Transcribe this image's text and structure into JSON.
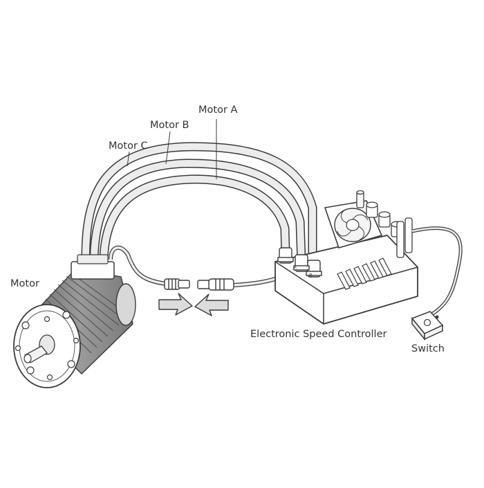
{
  "labels": {
    "motor_a": "Motor A",
    "motor_b": "Motor B",
    "motor_c": "Motor C",
    "motor": "Motor",
    "esc": "Electronic Speed Controller",
    "switch": "Switch"
  },
  "colors": {
    "line": "#3a3a3a",
    "wire_fill": "#ececec",
    "motor_can": "#8c8c8c",
    "motor_dark": "#555555",
    "esc_fill": "#ffffff",
    "arrow_fill": "#dcdcdc",
    "text": "#333333"
  },
  "icons": {
    "connect_arrows": "push-together-arrows"
  }
}
